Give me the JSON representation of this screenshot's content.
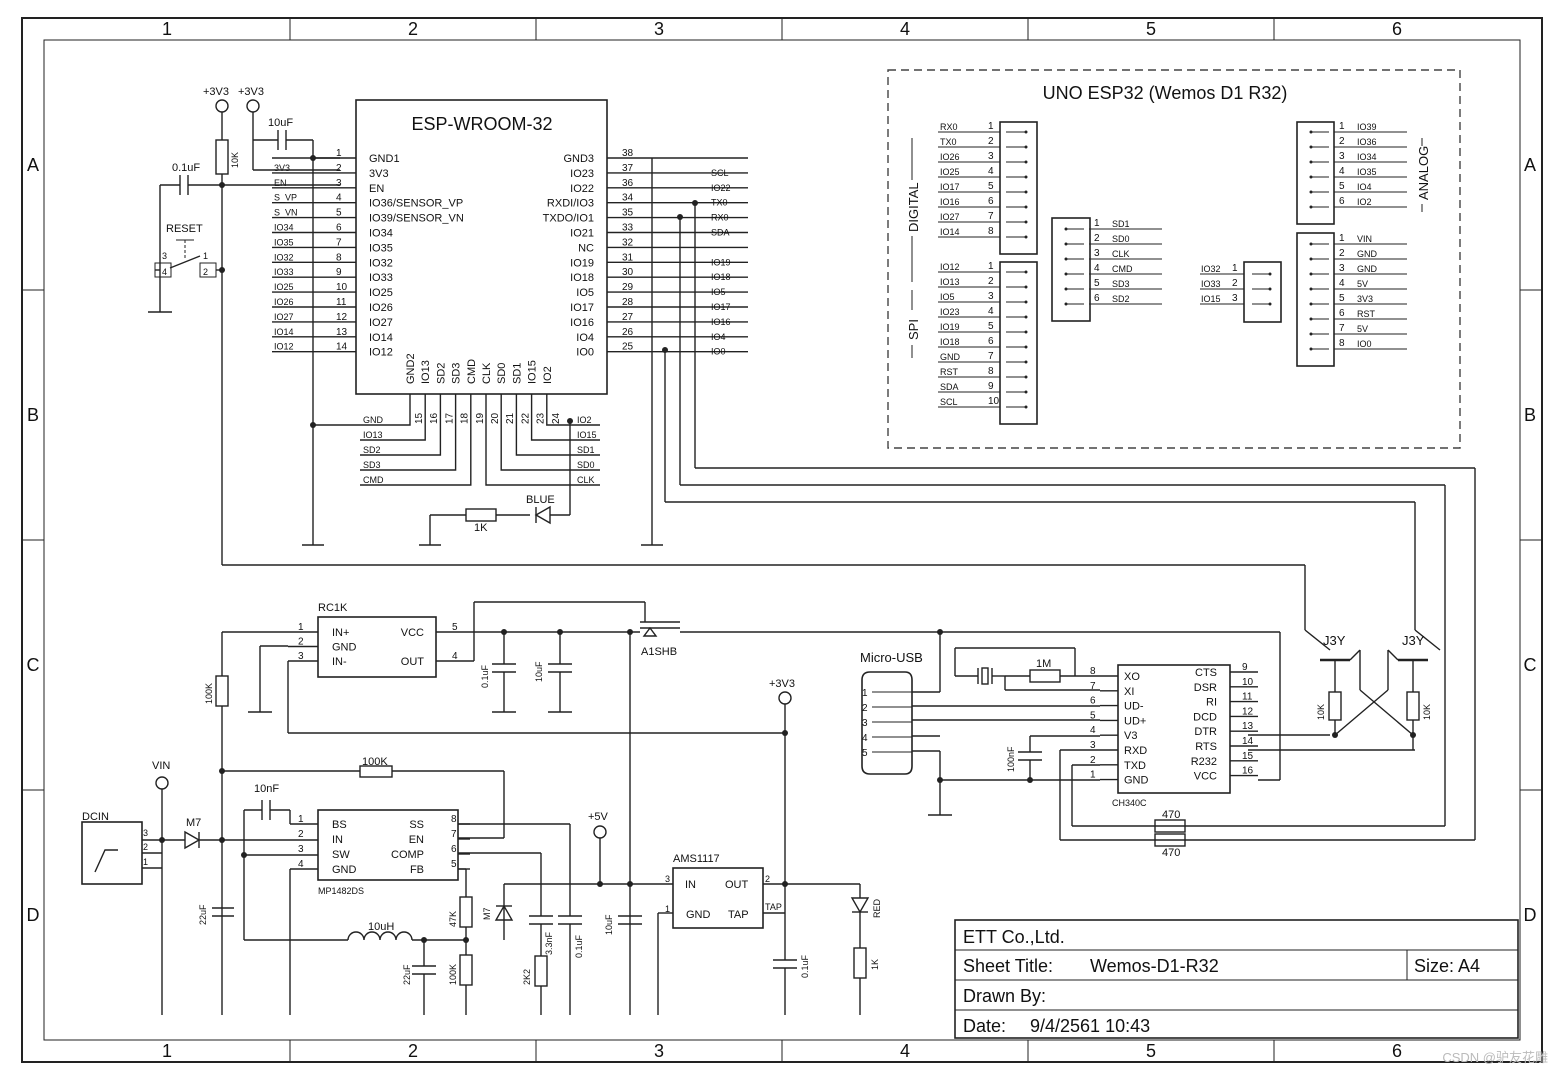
{
  "frame": {
    "columns": [
      "1",
      "2",
      "3",
      "4",
      "5",
      "6"
    ],
    "rows": [
      "A",
      "B",
      "C",
      "D"
    ]
  },
  "esp": {
    "title": "ESP-WROOM-32",
    "left_pins": [
      {
        "n": "1",
        "name": "GND1",
        "net": ""
      },
      {
        "n": "2",
        "name": "3V3",
        "net": "3V3"
      },
      {
        "n": "3",
        "name": "EN",
        "net": "EN"
      },
      {
        "n": "4",
        "name": "IO36/SENSOR_VP",
        "net": "S_VP"
      },
      {
        "n": "5",
        "name": "IO39/SENSOR_VN",
        "net": "S_VN"
      },
      {
        "n": "6",
        "name": "IO34",
        "net": "IO34"
      },
      {
        "n": "7",
        "name": "IO35",
        "net": "IO35"
      },
      {
        "n": "8",
        "name": "IO32",
        "net": "IO32"
      },
      {
        "n": "9",
        "name": "IO33",
        "net": "IO33"
      },
      {
        "n": "10",
        "name": "IO25",
        "net": "IO25"
      },
      {
        "n": "11",
        "name": "IO26",
        "net": "IO26"
      },
      {
        "n": "12",
        "name": "IO27",
        "net": "IO27"
      },
      {
        "n": "13",
        "name": "IO14",
        "net": "IO14"
      },
      {
        "n": "14",
        "name": "IO12",
        "net": "IO12"
      }
    ],
    "right_pins": [
      {
        "n": "38",
        "name": "GND3",
        "net": ""
      },
      {
        "n": "37",
        "name": "IO23",
        "net": "SCL"
      },
      {
        "n": "36",
        "name": "IO22",
        "net": "IO22"
      },
      {
        "n": "34",
        "name": "RXDI/IO3",
        "net": "TX0"
      },
      {
        "n": "35",
        "name": "TXDO/IO1",
        "net": "RX0"
      },
      {
        "n": "33",
        "name": "IO21",
        "net": "SDA"
      },
      {
        "n": "32",
        "name": "NC",
        "net": ""
      },
      {
        "n": "31",
        "name": "IO19",
        "net": "IO19"
      },
      {
        "n": "30",
        "name": "IO18",
        "net": "IO18"
      },
      {
        "n": "29",
        "name": "IO5",
        "net": "IO5"
      },
      {
        "n": "28",
        "name": "IO17",
        "net": "IO17"
      },
      {
        "n": "27",
        "name": "IO16",
        "net": "IO16"
      },
      {
        "n": "26",
        "name": "IO4",
        "net": "IO4"
      },
      {
        "n": "25",
        "name": "IO0",
        "net": "IO0"
      }
    ],
    "bottom_names": [
      "GND2",
      "IO13",
      "SD2",
      "SD3",
      "CMD",
      "CLK",
      "SD0",
      "SD1",
      "IO15",
      "IO2"
    ],
    "bottom_nums": [
      "15",
      "16",
      "17",
      "18",
      "19",
      "20",
      "21",
      "22",
      "23",
      "24"
    ],
    "bottom_nets_left": [
      "GND",
      "IO13",
      "SD2",
      "SD3",
      "CMD"
    ],
    "bottom_nets_right": [
      "IO2",
      "IO15",
      "SD1",
      "SD0",
      "CLK"
    ]
  },
  "reset": {
    "supply1": "+3V3",
    "supply2": "+3V3",
    "res": "10K",
    "cap1": "10uF",
    "cap2": "0.1uF",
    "switch": "RESET",
    "sw_pins": [
      "3",
      "4",
      "1",
      "2"
    ],
    "led_res": "1K",
    "led": "BLUE"
  },
  "uno": {
    "title": "UNO ESP32 (Wemos D1 R32)",
    "digital_label": "DIGITAL",
    "spi_label": "SPI",
    "analog_label": "ANALOG",
    "digital": [
      {
        "n": "1",
        "net": "RX0"
      },
      {
        "n": "2",
        "net": "TX0"
      },
      {
        "n": "3",
        "net": "IO26"
      },
      {
        "n": "4",
        "net": "IO25"
      },
      {
        "n": "5",
        "net": "IO17"
      },
      {
        "n": "6",
        "net": "IO16"
      },
      {
        "n": "7",
        "net": "IO27"
      },
      {
        "n": "8",
        "net": "IO14"
      }
    ],
    "spi": [
      {
        "n": "1",
        "net": "IO12"
      },
      {
        "n": "2",
        "net": "IO13"
      },
      {
        "n": "3",
        "net": "IO5"
      },
      {
        "n": "4",
        "net": "IO23"
      },
      {
        "n": "5",
        "net": "IO19"
      },
      {
        "n": "6",
        "net": "IO18"
      },
      {
        "n": "7",
        "net": "GND"
      },
      {
        "n": "8",
        "net": "RST"
      },
      {
        "n": "9",
        "net": "SDA"
      },
      {
        "n": "10",
        "net": "SCL"
      }
    ],
    "sd": [
      {
        "n": "1",
        "net": "SD1"
      },
      {
        "n": "2",
        "net": "SD0"
      },
      {
        "n": "3",
        "net": "CLK"
      },
      {
        "n": "4",
        "net": "CMD"
      },
      {
        "n": "5",
        "net": "SD3"
      },
      {
        "n": "6",
        "net": "SD2"
      }
    ],
    "small": [
      {
        "n": "1",
        "net": "IO32"
      },
      {
        "n": "2",
        "net": "IO33"
      },
      {
        "n": "3",
        "net": "IO15"
      }
    ],
    "analog": [
      {
        "n": "1",
        "net": "IO39"
      },
      {
        "n": "2",
        "net": "IO36"
      },
      {
        "n": "3",
        "net": "IO34"
      },
      {
        "n": "4",
        "net": "IO35"
      },
      {
        "n": "5",
        "net": "IO4"
      },
      {
        "n": "6",
        "net": "IO2"
      }
    ],
    "power": [
      {
        "n": "1",
        "net": "VIN"
      },
      {
        "n": "2",
        "net": "GND"
      },
      {
        "n": "3",
        "net": "GND"
      },
      {
        "n": "4",
        "net": "5V"
      },
      {
        "n": "5",
        "net": "3V3"
      },
      {
        "n": "6",
        "net": "RST"
      },
      {
        "n": "7",
        "net": "5V"
      },
      {
        "n": "8",
        "net": "IO0"
      }
    ]
  },
  "rc1k": {
    "title": "RC1K",
    "left": [
      {
        "n": "1",
        "name": "IN+"
      },
      {
        "n": "2",
        "name": "GND"
      },
      {
        "n": "3",
        "name": "IN-"
      }
    ],
    "right": [
      {
        "n": "5",
        "name": "VCC"
      },
      {
        "n": "4",
        "name": "OUT"
      }
    ],
    "mosfet": "A1SHB",
    "c1": "0.1uF",
    "c2": "10uF",
    "r": "100K"
  },
  "mp1482": {
    "title": "MP1482DS",
    "left": [
      {
        "n": "1",
        "name": "BS"
      },
      {
        "n": "2",
        "name": "IN"
      },
      {
        "n": "3",
        "name": "SW"
      },
      {
        "n": "4",
        "name": "GND"
      }
    ],
    "right": [
      {
        "n": "8",
        "name": "SS"
      },
      {
        "n": "7",
        "name": "EN"
      },
      {
        "n": "6",
        "name": "COMP"
      },
      {
        "n": "5",
        "name": "FB"
      }
    ],
    "vin": "VIN",
    "dcin": "DCIN",
    "dcin_pins": [
      "3",
      "2",
      "1"
    ],
    "diode": "M7",
    "diode2": "M7",
    "c_bs": "10nF",
    "r_top": "100K",
    "c_in": "22uF",
    "inductor": "10uH",
    "c_out": "22uF",
    "r_fb1": "47K",
    "r_fb2": "100K",
    "c_comp": "3.3nF",
    "r_comp": "2K2",
    "c_ss": "0.1uF"
  },
  "ams": {
    "title": "AMS1117",
    "in": "IN",
    "out": "OUT",
    "gnd": "GND",
    "tap": "TAP",
    "tap2": "TAP",
    "pin_in": "3",
    "pin_out": "2",
    "pin_gnd": "1",
    "v5": "+5V",
    "v33": "+3V3",
    "c_in": "10uF",
    "c_out": "0.1uF",
    "led": "RED",
    "led_r": "1K"
  },
  "usb": {
    "title": "Micro-USB",
    "pins": [
      "1",
      "2",
      "3",
      "4",
      "5"
    ],
    "crystal_r": "1M",
    "cap": "100nF"
  },
  "ch340": {
    "title": "CH340C",
    "left": [
      {
        "n": "8",
        "name": "XO"
      },
      {
        "n": "7",
        "name": "XI"
      },
      {
        "n": "6",
        "name": "UD-"
      },
      {
        "n": "5",
        "name": "UD+"
      },
      {
        "n": "4",
        "name": "V3"
      },
      {
        "n": "3",
        "name": "RXD"
      },
      {
        "n": "2",
        "name": "TXD"
      },
      {
        "n": "1",
        "name": "GND"
      }
    ],
    "right": [
      {
        "n": "9",
        "name": "CTS"
      },
      {
        "n": "10",
        "name": "DSR"
      },
      {
        "n": "11",
        "name": "RI"
      },
      {
        "n": "12",
        "name": "DCD"
      },
      {
        "n": "13",
        "name": "DTR"
      },
      {
        "n": "14",
        "name": "RTS"
      },
      {
        "n": "15",
        "name": "R232"
      },
      {
        "n": "16",
        "name": "VCC"
      }
    ],
    "r1": "470",
    "r2": "470"
  },
  "transistors": {
    "q1": "J3Y",
    "q2": "J3Y",
    "r1": "10K",
    "r2": "10K"
  },
  "titleblock": {
    "company": "ETT Co.,Ltd.",
    "sheet_label": "Sheet Title:",
    "sheet_value": "Wemos-D1-R32",
    "size": "Size: A4",
    "drawn": "Drawn By:",
    "date_label": "Date:",
    "date_value": "9/4/2561 10:43"
  },
  "watermark": "CSDN @驴友花雕"
}
